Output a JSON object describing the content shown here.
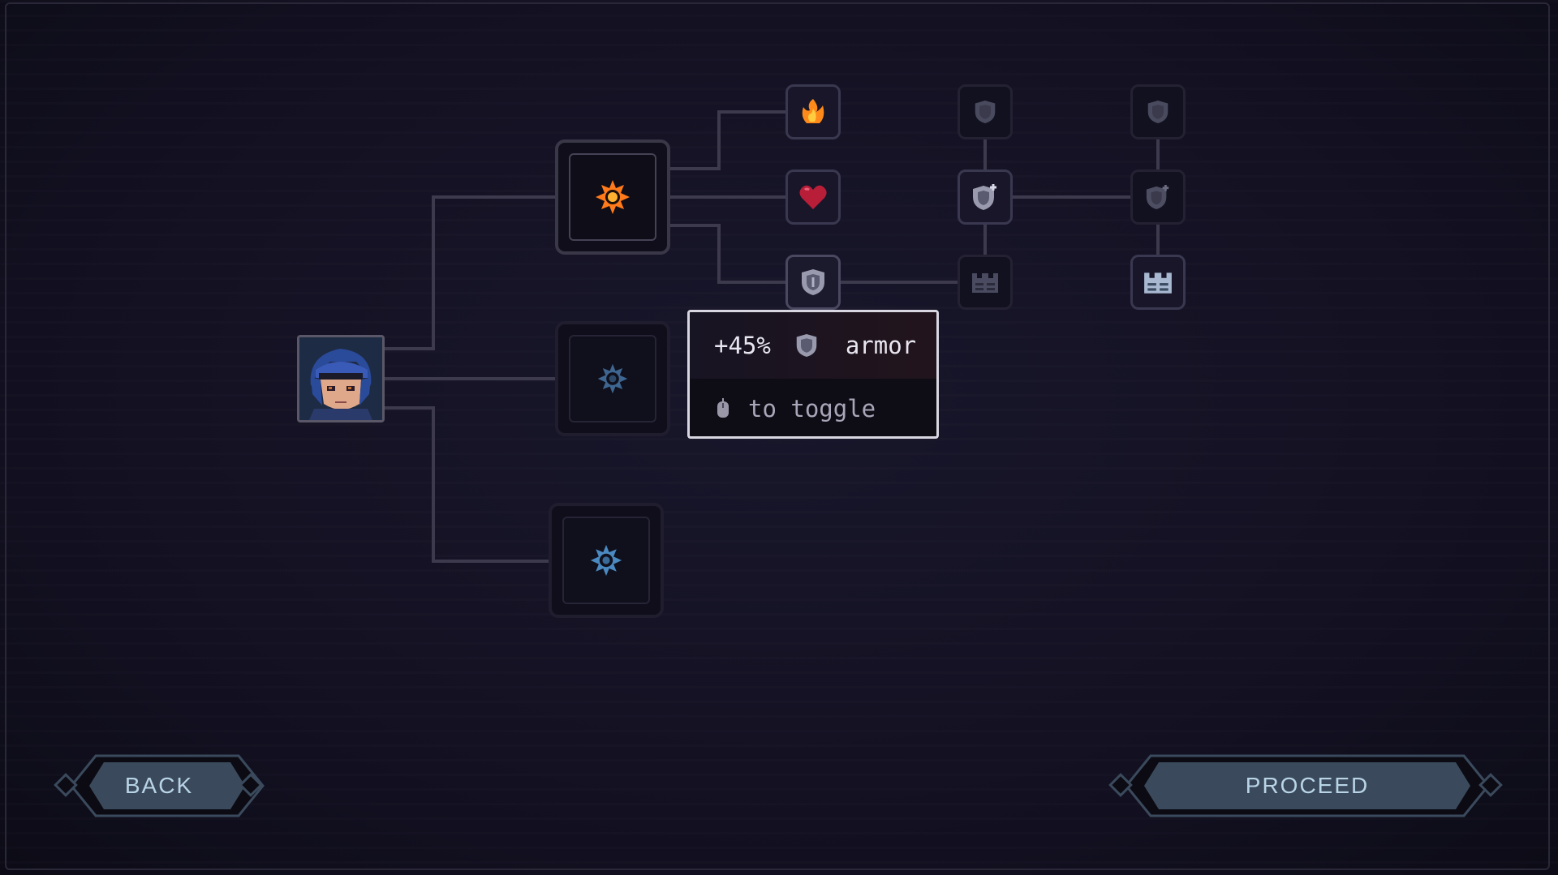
{
  "tooltip": {
    "value": "+45%",
    "stat_icon": "shield-icon",
    "stat_label": "armor",
    "hint_icon": "mouse-icon",
    "hint_text": "to toggle"
  },
  "portrait": {
    "icon": "blue-haired-hero-portrait"
  },
  "skill_tree": {
    "branches": [
      {
        "id": "branch-top",
        "icon": "sun-burst-icon",
        "state": "active",
        "color": "#ff7a1a"
      },
      {
        "id": "branch-middle",
        "icon": "sun-burst-icon",
        "state": "locked",
        "color": "#4a7aa8"
      },
      {
        "id": "branch-bottom",
        "icon": "sun-burst-icon",
        "state": "locked",
        "color": "#4a8ac0"
      }
    ],
    "nodes": [
      {
        "id": "fire",
        "icon": "flame-icon",
        "color": "#ff8a1a"
      },
      {
        "id": "heart",
        "icon": "heart-icon",
        "color": "#c0203a"
      },
      {
        "id": "shield",
        "icon": "shield-icon",
        "state": "selected"
      },
      {
        "id": "shield-top-1",
        "icon": "shield-icon"
      },
      {
        "id": "shield-plus-1",
        "icon": "shield-plus-icon",
        "state": "lit"
      },
      {
        "id": "wall-1",
        "icon": "castle-wall-icon"
      },
      {
        "id": "shield-top-2",
        "icon": "shield-icon"
      },
      {
        "id": "shield-plus-2",
        "icon": "shield-plus-icon"
      },
      {
        "id": "wall-2",
        "icon": "castle-wall-icon",
        "state": "lit"
      }
    ]
  },
  "buttons": {
    "back": "BACK",
    "proceed": "PROCEED"
  },
  "colors": {
    "background": "#13111f",
    "link": "#3c3a4c",
    "button_fill": "#3a4a5c",
    "button_text": "#b8d4e6",
    "tooltip_border": "#d8d6e0"
  }
}
